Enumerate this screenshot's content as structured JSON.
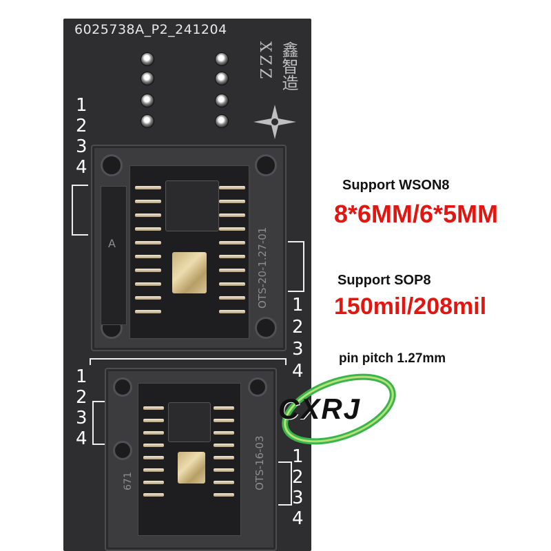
{
  "board": {
    "code": "6025738A_P2_241204",
    "brand_latin": "XZZ",
    "brand_cn": "鑫智造",
    "pin_rows": [
      "1",
      "2",
      "3",
      "4"
    ]
  },
  "socket_large": {
    "model": "OTS-20-1.27-01",
    "marker": "A"
  },
  "socket_small": {
    "model": "OTS-16-03",
    "marker": "671"
  },
  "labels": {
    "wson_title": "Support WSON8",
    "wson_sizes": "8*6MM/6*5MM",
    "sop_title": "Support SOP8",
    "sop_sizes": "150mil/208mil",
    "pitch": "pin pitch 1.27mm"
  },
  "logo": {
    "text": "CXRJ"
  },
  "colors": {
    "board": "#2e2e30",
    "accent_red": "#e3150f",
    "text_dark": "#111111",
    "logo_green": "#39b54a",
    "gold": "#d8c795"
  }
}
